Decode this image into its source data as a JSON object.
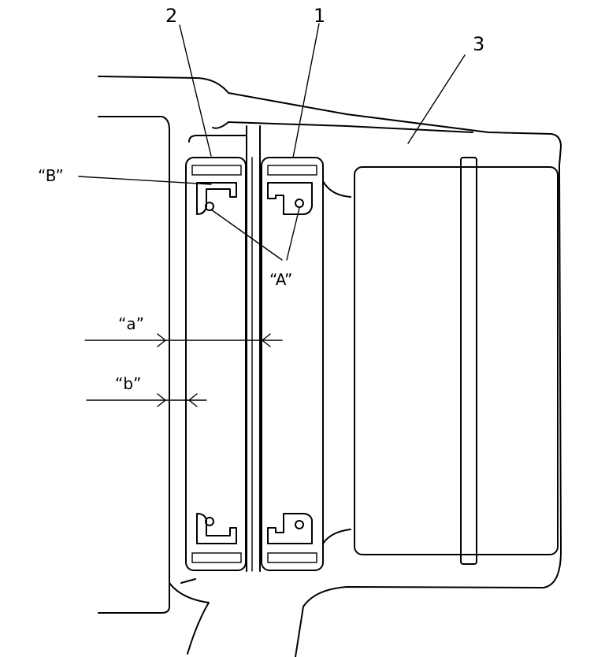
{
  "labels": {
    "part1": "1",
    "part2": "2",
    "part3": "3",
    "A": "“A”",
    "B": "“B”",
    "a": "“a”",
    "b": "“b”"
  }
}
